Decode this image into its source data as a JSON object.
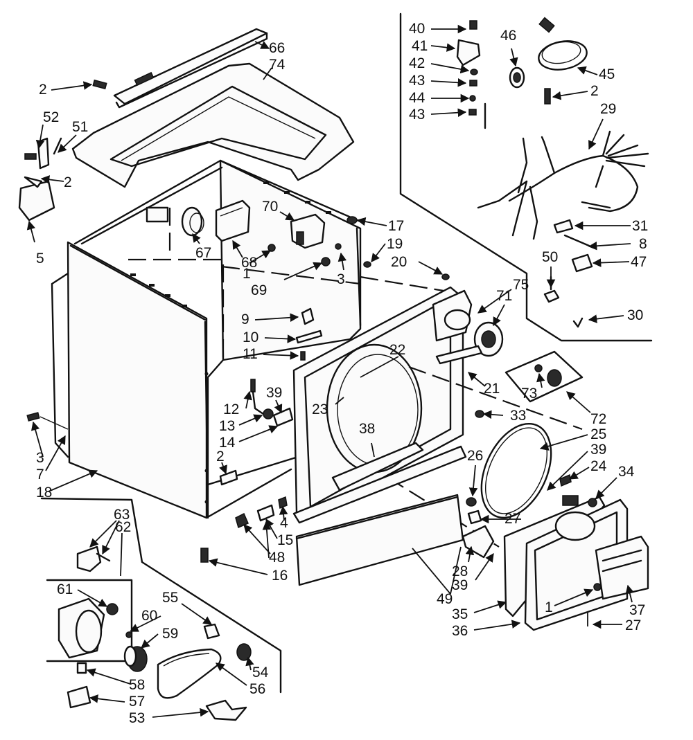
{
  "labels": [
    "40",
    "41",
    "42",
    "43",
    "44",
    "43",
    "46",
    "45",
    "2",
    "29",
    "31",
    "8",
    "47",
    "50",
    "30",
    "66",
    "74",
    "2",
    "52",
    "51",
    "2",
    "5",
    "67",
    "68",
    "70",
    "17",
    "19",
    "20",
    "1",
    "69",
    "3",
    "9",
    "10",
    "11",
    "75",
    "71",
    "22",
    "21",
    "12",
    "39",
    "23",
    "13",
    "14",
    "38",
    "33",
    "73",
    "72",
    "25",
    "39",
    "24",
    "26",
    "34",
    "2",
    "3",
    "7",
    "18",
    "4",
    "15",
    "48",
    "16",
    "27",
    "28",
    "39",
    "49",
    "35",
    "36",
    "1",
    "37",
    "27",
    "63",
    "62",
    "61",
    "55",
    "60",
    "59",
    "58",
    "57",
    "53",
    "54",
    "56"
  ]
}
